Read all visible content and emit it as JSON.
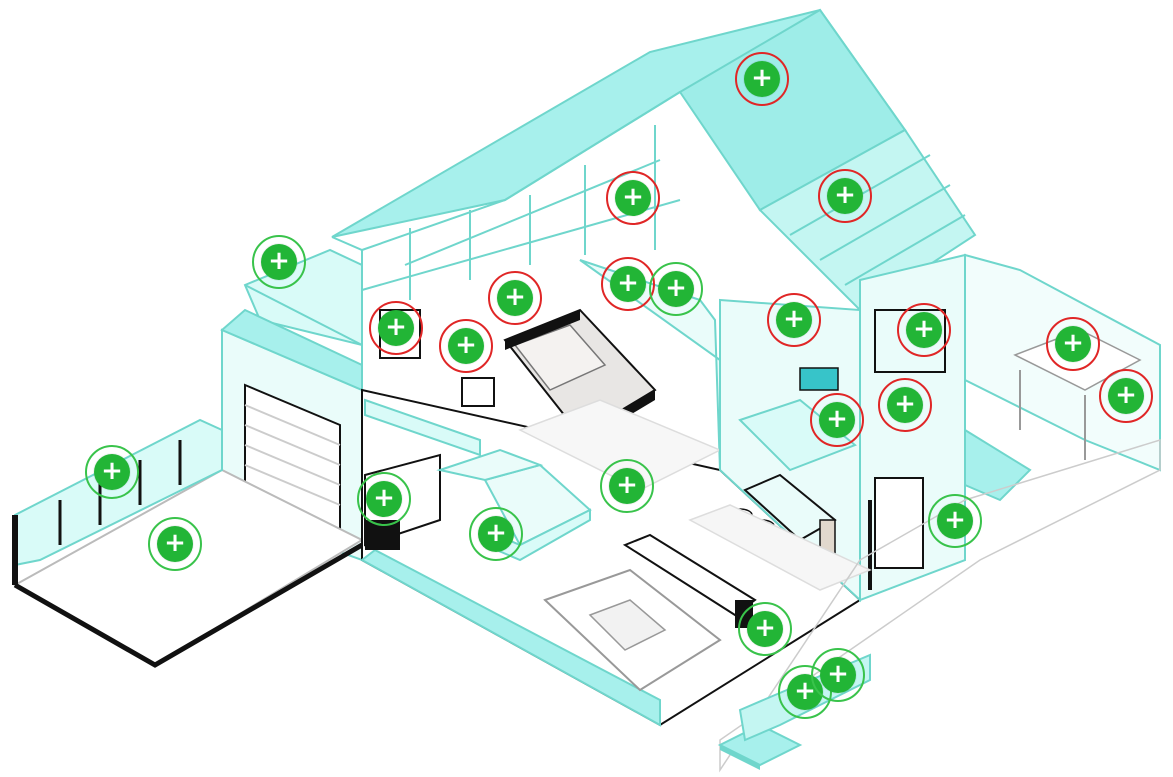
{
  "scene": {
    "description_icon": "isometric-house-cutaway",
    "colors": {
      "aqua": "#a7f0ec",
      "aqua_light": "#d9fbf8",
      "line": "#6fd6cc",
      "ink": "#111111",
      "hotspot_fill": "#22b536",
      "ring_red": "#e02626",
      "ring_green": "#39c34b"
    }
  },
  "hotspots": [
    {
      "name": "hotspot-roof-peak",
      "ring": "red"
    },
    {
      "name": "hotspot-attic-center",
      "ring": "red"
    },
    {
      "name": "hotspot-skylight",
      "ring": "red"
    },
    {
      "name": "hotspot-balcony",
      "ring": "green"
    },
    {
      "name": "hotspot-bedroom-closet",
      "ring": "red"
    },
    {
      "name": "hotspot-bedroom-window-1",
      "ring": "red"
    },
    {
      "name": "hotspot-bedroom-window-2",
      "ring": "green"
    },
    {
      "name": "hotspot-washer",
      "ring": "red"
    },
    {
      "name": "hotspot-bedroom-nightstand",
      "ring": "red"
    },
    {
      "name": "hotspot-bathroom-mirror",
      "ring": "red"
    },
    {
      "name": "hotspot-wall-panel",
      "ring": "red"
    },
    {
      "name": "hotspot-tower-wall",
      "ring": "red"
    },
    {
      "name": "hotspot-bathroom-floor",
      "ring": "red"
    },
    {
      "name": "hotspot-pergola-top",
      "ring": "red"
    },
    {
      "name": "hotspot-pergola-side",
      "ring": "red"
    },
    {
      "name": "hotspot-fence",
      "ring": "green"
    },
    {
      "name": "hotspot-driveway",
      "ring": "green"
    },
    {
      "name": "hotspot-stove",
      "ring": "green"
    },
    {
      "name": "hotspot-kitchen-island",
      "ring": "green"
    },
    {
      "name": "hotspot-stairs",
      "ring": "green"
    },
    {
      "name": "hotspot-front-door",
      "ring": "green"
    },
    {
      "name": "hotspot-living-room",
      "ring": "green"
    },
    {
      "name": "hotspot-planter-1",
      "ring": "green"
    },
    {
      "name": "hotspot-planter-2",
      "ring": "green"
    }
  ]
}
